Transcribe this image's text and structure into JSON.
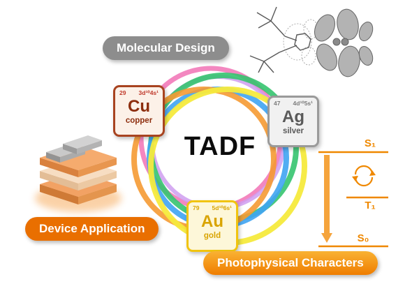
{
  "figure": {
    "center_title": "TADF",
    "badges": {
      "molecular_design": "Molecular Design",
      "device_application": "Device Application",
      "photophysical_characters": "Photophysical Characters"
    },
    "elements": [
      {
        "atomic_number": "29",
        "electron_config": "3d¹⁰4s¹",
        "symbol": "Cu",
        "name": "copper",
        "color": "#a84320"
      },
      {
        "atomic_number": "47",
        "electron_config": "4d¹⁰5s¹",
        "symbol": "Ag",
        "name": "silver",
        "color": "#9a9a9a"
      },
      {
        "atomic_number": "79",
        "electron_config": "5d¹⁰6s¹",
        "symbol": "Au",
        "name": "gold",
        "color": "#f1c40f"
      }
    ],
    "energy_levels": {
      "s1": "S₁",
      "t1": "T₁",
      "s0": "S₀"
    },
    "colors": {
      "accent_orange": "#ee7000",
      "badge_gray": "#8d8d8d",
      "energy_orange": "#ef8800",
      "ring_colors": [
        "#f27ab9",
        "#cf9ef0",
        "#35c46f",
        "#3fa4f2",
        "#f59a33",
        "#f5ea3d"
      ]
    }
  }
}
